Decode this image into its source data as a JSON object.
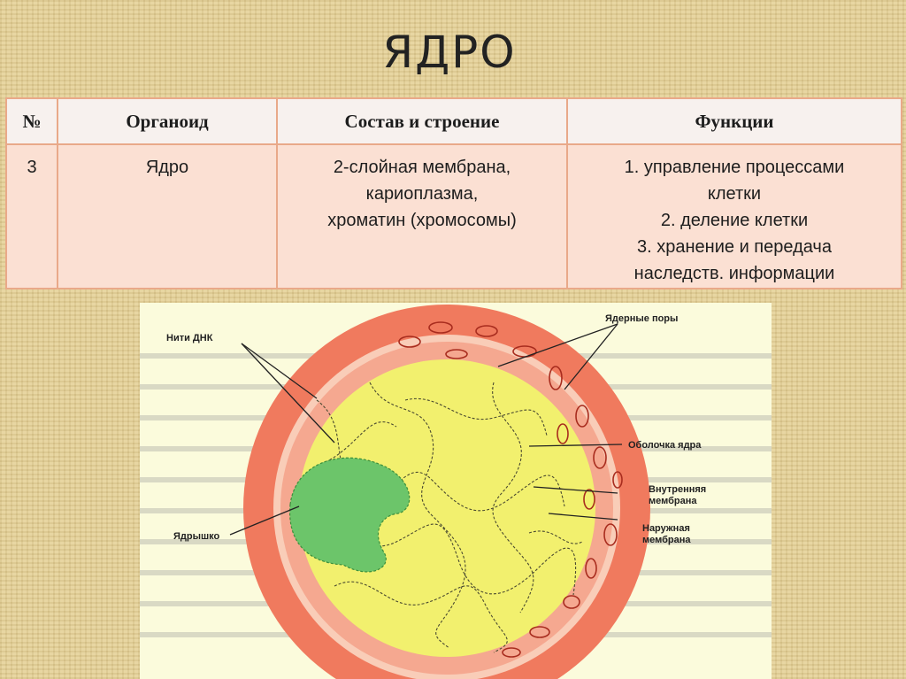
{
  "title": "ЯДРО",
  "table": {
    "headers": [
      "№",
      "Органоид",
      "Состав и строение",
      "Функции"
    ],
    "row": {
      "number": "3",
      "organoid": "Ядро",
      "composition": [
        "2-слойная мембрана,",
        "кариоплазма,",
        "хроматин (хромосомы)"
      ],
      "functions": [
        "1. управление процессами",
        "клетки",
        "2. деление клетки",
        "3. хранение и передача",
        "наследств. информации"
      ]
    }
  },
  "diagram": {
    "labels": {
      "dna_threads": "Нити ДНК",
      "nuclear_pores": "Ядерные поры",
      "nuclear_envelope": "Оболочка ядра",
      "inner_membrane": [
        "Внутренняя",
        "мембрана"
      ],
      "outer_membrane": [
        "Наружная",
        "мембрана"
      ],
      "nucleolus": "Ядрышко"
    },
    "colors": {
      "outer_membrane": "#f07a5e",
      "inner_membrane": "#f5a890",
      "nucleoplasm": "#f2f06e",
      "nucleolus": "#6cc56a",
      "background": "#fbfbdc"
    }
  }
}
